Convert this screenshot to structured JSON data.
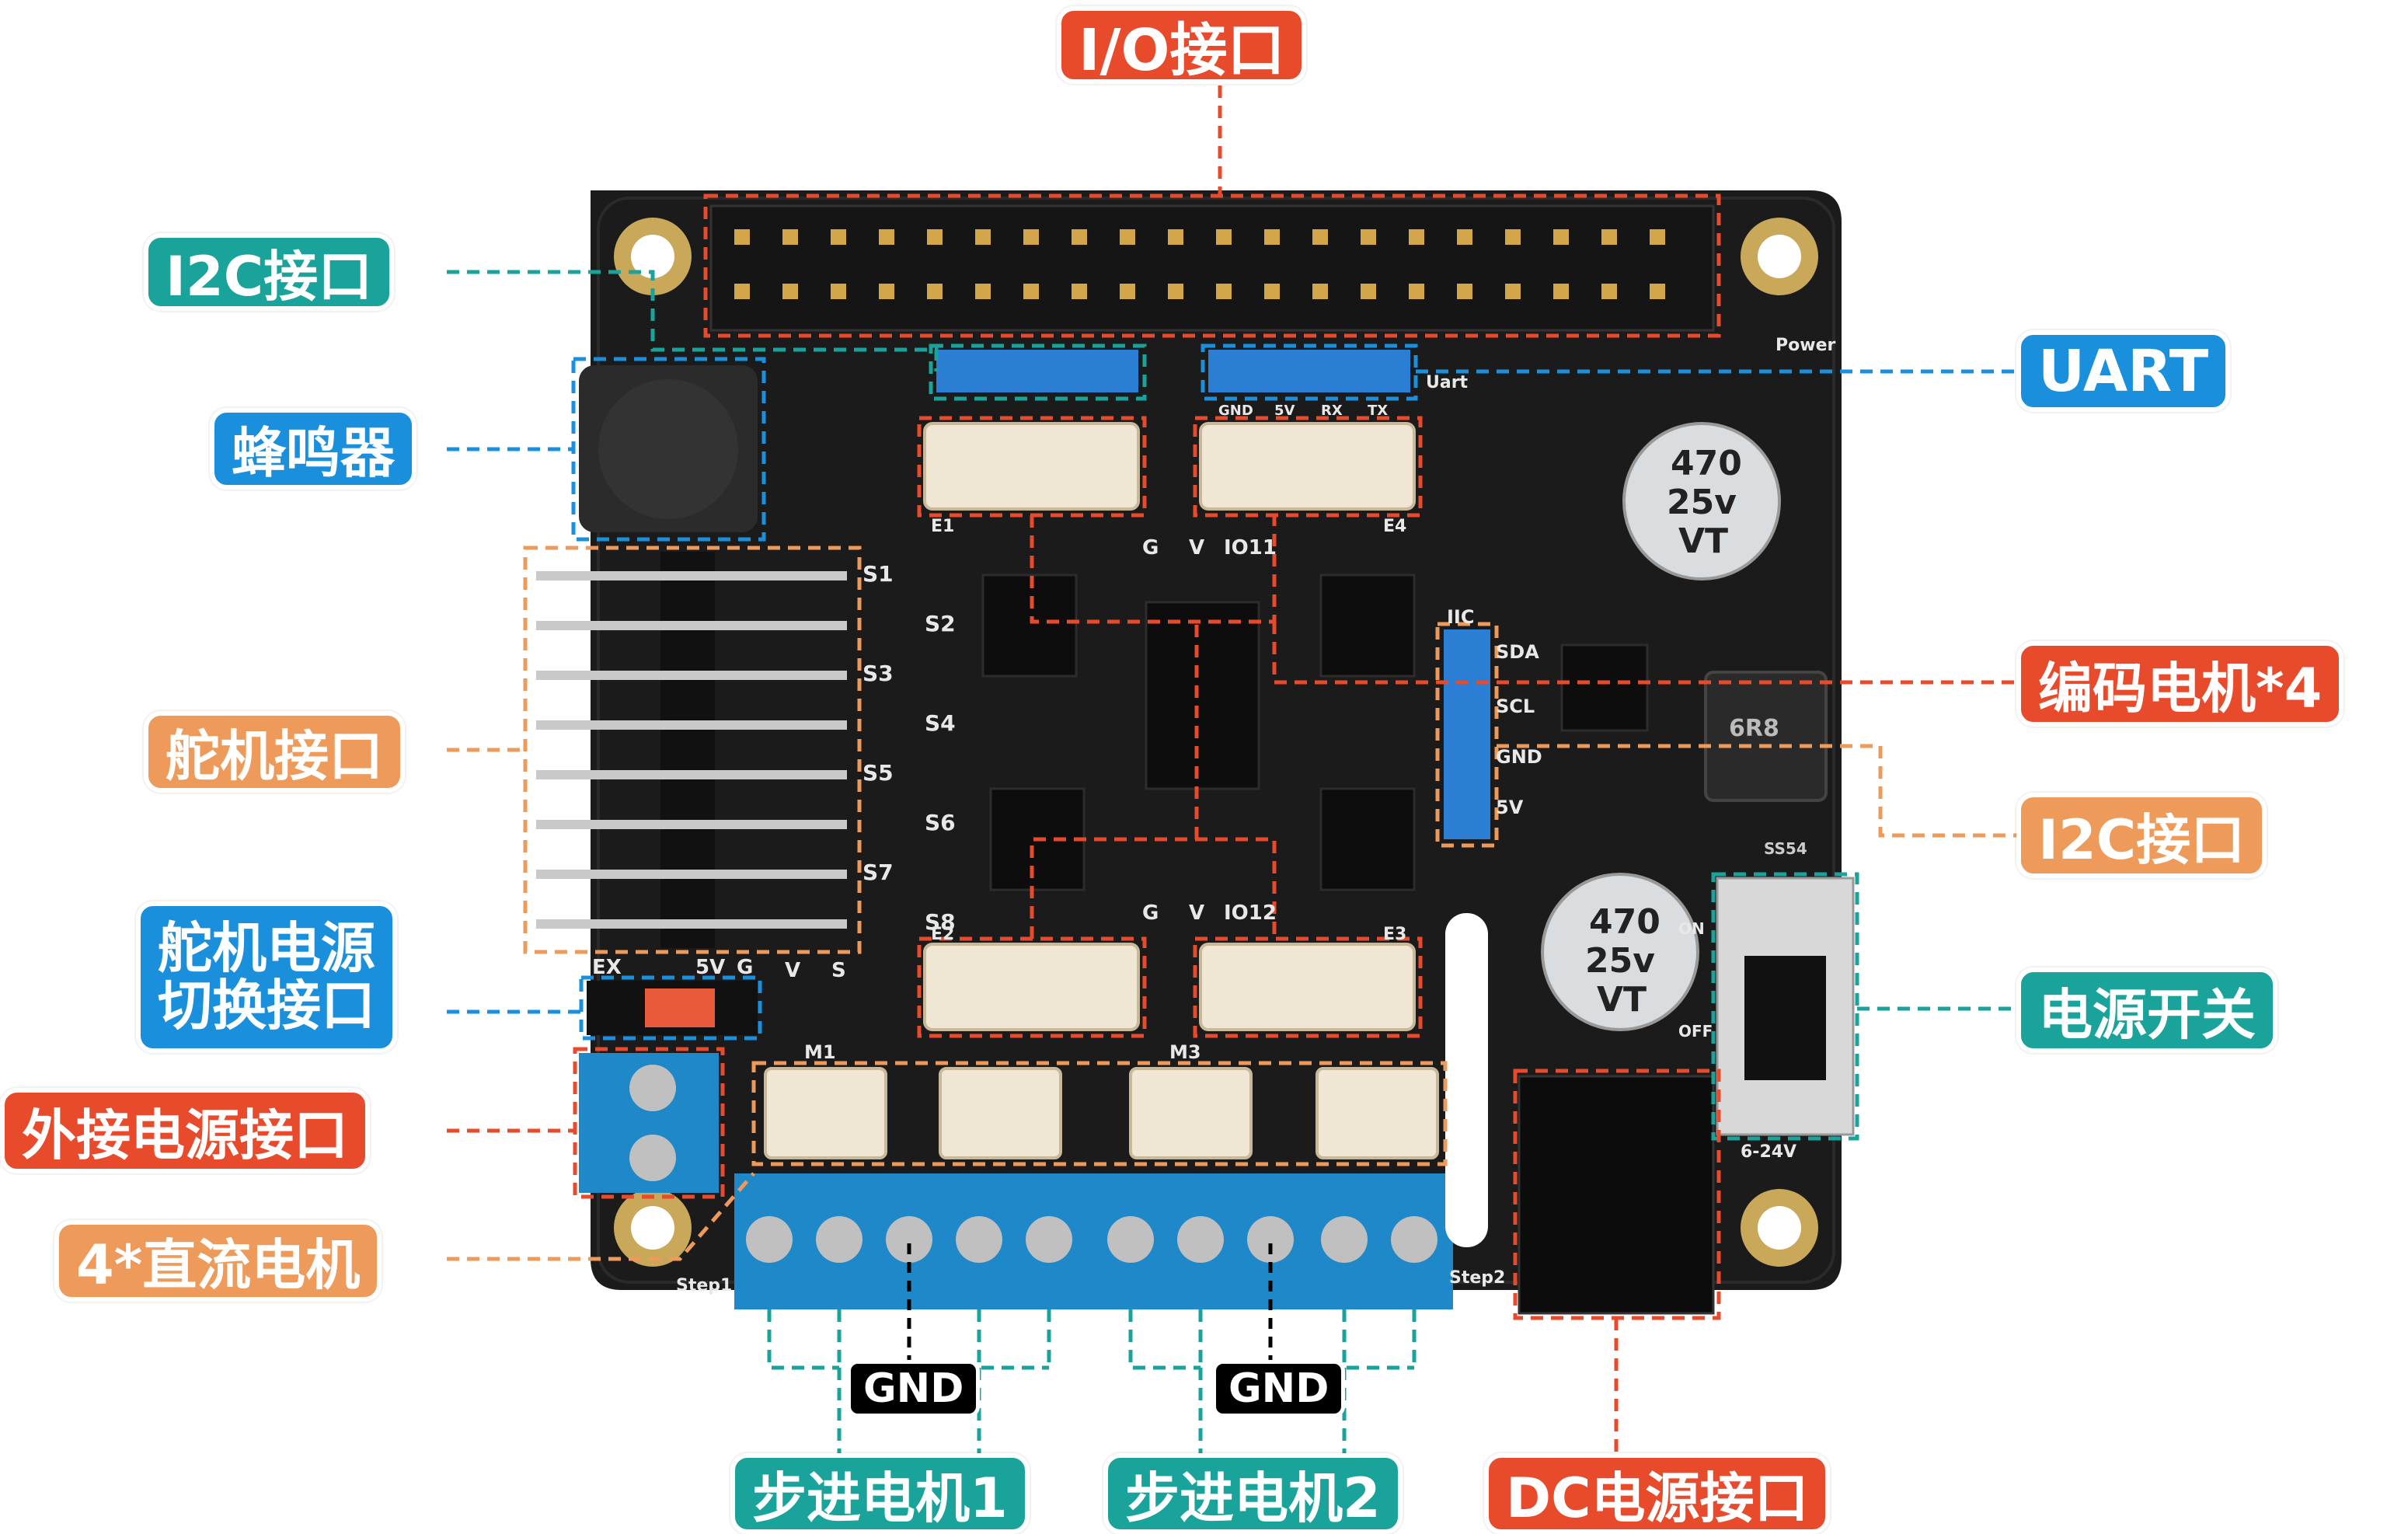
{
  "colors": {
    "red": "#e84a2c",
    "teal": "#1aa39a",
    "blue": "#1a8fdc",
    "orange": "#ee9a5a",
    "board": "#1a1a1a",
    "terminal_blue": "#1e88c8",
    "header_blue": "#2a7fd4"
  },
  "labels": {
    "io": "I/O接口",
    "i2c_top": "I2C接口",
    "buzzer": "蜂鸣器",
    "servo": "舵机接口",
    "servo_power_1": "舵机电源",
    "servo_power_2": "切换接口",
    "ext_power": "外接电源接口",
    "dc_motor": "4*直流电机",
    "uart": "UART",
    "encoder": "编码电机*4",
    "i2c_right": "I2C接口",
    "switch": "电源开关",
    "stepper1": "步进电机1",
    "stepper2": "步进电机2",
    "dc_jack": "DC电源接口",
    "gnd1": "GND",
    "gnd2": "GND"
  },
  "silkscreen": {
    "servo_pins": [
      "S1",
      "S2",
      "S3",
      "S4",
      "S5",
      "S6",
      "S7",
      "S8"
    ],
    "jumper": [
      "EX",
      "5V",
      "G",
      "V",
      "S"
    ],
    "io11": [
      "G",
      "V",
      "IO11"
    ],
    "io12": [
      "G",
      "V",
      "IO12"
    ],
    "i2c": [
      "IIC",
      "SDA",
      "SCL",
      "GND",
      "5V"
    ],
    "motors": [
      "M1",
      "M3"
    ],
    "encoders": [
      "E1",
      "E4",
      "E2",
      "E3"
    ],
    "steps": [
      "Step1",
      "Step2"
    ],
    "power": "Power",
    "switch_marks": [
      "ON",
      "OFF"
    ],
    "voltage": "6-24V",
    "cap": [
      "470",
      "25v",
      "VT"
    ],
    "uart_silk": "Uart",
    "uart_pins": [
      "GND",
      "5V",
      "RX",
      "TX"
    ],
    "inductor": "6R8",
    "diode": "SS54"
  }
}
